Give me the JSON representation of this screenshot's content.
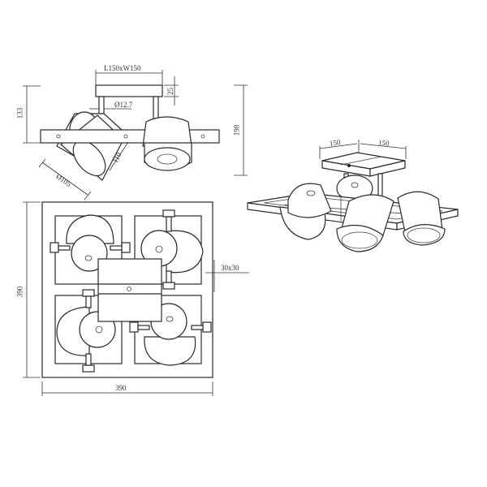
{
  "diagram": {
    "type": "technical-drawing",
    "subject": "ceiling spotlight fixture with 4 adjustable spots",
    "views": [
      {
        "name": "side-view",
        "labels": [
          "L150xW150",
          "25",
          "Ø12.7",
          "133",
          "110",
          "Ø105"
        ]
      },
      {
        "name": "overall-height",
        "labels": [
          "198"
        ]
      },
      {
        "name": "isometric-view",
        "labels": [
          "150",
          "150"
        ]
      },
      {
        "name": "top-view",
        "labels": [
          "390",
          "390",
          "30x30"
        ]
      }
    ]
  },
  "dimensions": {
    "canopy_size": "L150xW150",
    "canopy_height": "25",
    "rod_diameter": "Ø12.7",
    "side_height": "133",
    "shade_length": "110",
    "shade_diameter": "Ø105",
    "overall_height": "198",
    "iso_width_left": "150",
    "iso_width_right": "150",
    "frame_width": "390",
    "frame_height": "390",
    "frame_profile": "30x30"
  },
  "colors": {
    "line": "#2a2a2a",
    "background": "#ffffff"
  }
}
